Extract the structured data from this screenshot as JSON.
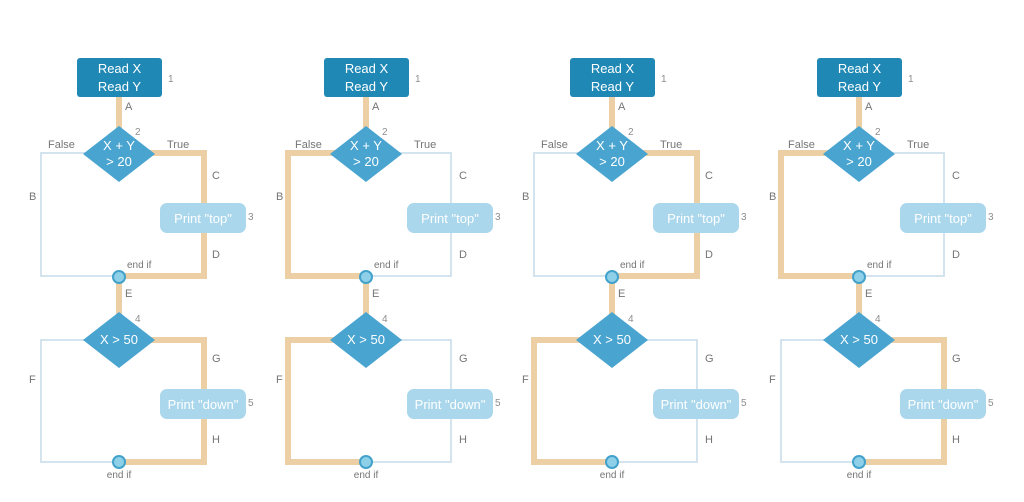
{
  "colors": {
    "process_fill": "#1f88b5",
    "decision_fill": "#49a4d0",
    "print_fill": "#aad7ec",
    "highlight_path": "#eccfa4",
    "idle_path": "#d3e4ee",
    "connector_fill": "#8fd0e9",
    "connector_border": "#42a2cb",
    "label_gray": "#757575",
    "number_gray": "#8d8d8d",
    "shape_text": "#ffffff",
    "background": "#ffffff"
  },
  "flowchart_template": {
    "start_lines": [
      "Read X",
      "Read Y"
    ],
    "decision1_lines": [
      "X + Y",
      "> 20"
    ],
    "decision2_text": "X > 50",
    "print_top_text": "Print \"top\"",
    "print_down_text": "Print \"down\"",
    "false_label": "False",
    "true_label": "True",
    "endif_label": "end if",
    "edge_labels": {
      "a": "A",
      "b": "B",
      "c": "C",
      "d": "D",
      "e": "E",
      "f": "F",
      "g": "G",
      "h": "H"
    },
    "step_numbers": {
      "start": "1",
      "decision1": "2",
      "print_top": "3",
      "decision2": "4",
      "print_down": "5"
    }
  },
  "charts": [
    {
      "id": "flowchart-1",
      "decision1_branch": "True",
      "decision2_branch": "True"
    },
    {
      "id": "flowchart-2",
      "decision1_branch": "False",
      "decision2_branch": "False"
    },
    {
      "id": "flowchart-3",
      "decision1_branch": "True",
      "decision2_branch": "False"
    },
    {
      "id": "flowchart-4",
      "decision1_branch": "False",
      "decision2_branch": "True"
    }
  ]
}
